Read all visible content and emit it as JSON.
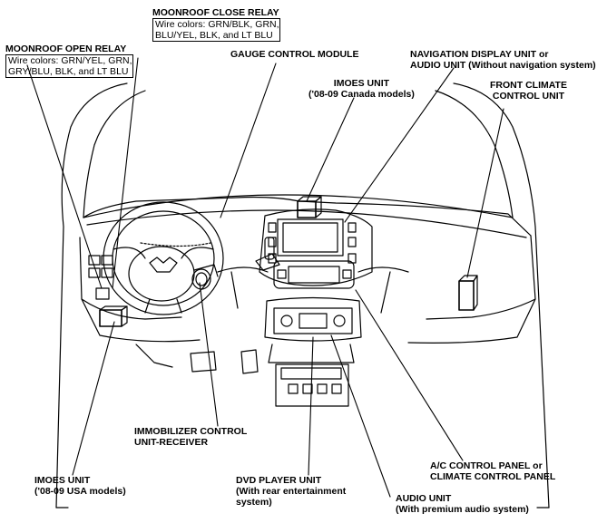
{
  "labels": {
    "moonroof_close_relay": {
      "title": "MOONROOF CLOSE RELAY",
      "wires_1": "Wire colors: GRN/BLK, GRN,",
      "wires_2": "BLU/YEL, BLK, and LT BLU"
    },
    "moonroof_open_relay": {
      "title": "MOONROOF OPEN RELAY",
      "wires_1": "Wire colors: GRN/YEL, GRN,",
      "wires_2": "GRY/BLU, BLK, and LT BLU"
    },
    "gauge_control_module": {
      "title": "GAUGE CONTROL MODULE"
    },
    "imoes_canada": {
      "title": "IMOES UNIT",
      "sub": "('08-09 Canada models)"
    },
    "navigation_display": {
      "title_1": "NAVIGATION DISPLAY UNIT or",
      "title_2": "AUDIO UNIT (Without navigation system)"
    },
    "front_climate": {
      "title_1": "FRONT CLIMATE",
      "title_2": "CONTROL UNIT"
    },
    "immobilizer": {
      "title_1": "IMMOBILIZER CONTROL",
      "title_2": "UNIT-RECEIVER"
    },
    "imoes_usa": {
      "title": "IMOES UNIT",
      "sub": "('08-09 USA models)"
    },
    "dvd_player": {
      "title": "DVD PLAYER UNIT",
      "sub_1": "(With rear entertainment",
      "sub_2": "system)"
    },
    "ac_control": {
      "title_1": "A/C CONTROL PANEL or",
      "title_2": "CLIMATE CONTROL PANEL"
    },
    "audio_unit": {
      "title": "AUDIO UNIT",
      "sub": "(With premium audio system)"
    }
  }
}
